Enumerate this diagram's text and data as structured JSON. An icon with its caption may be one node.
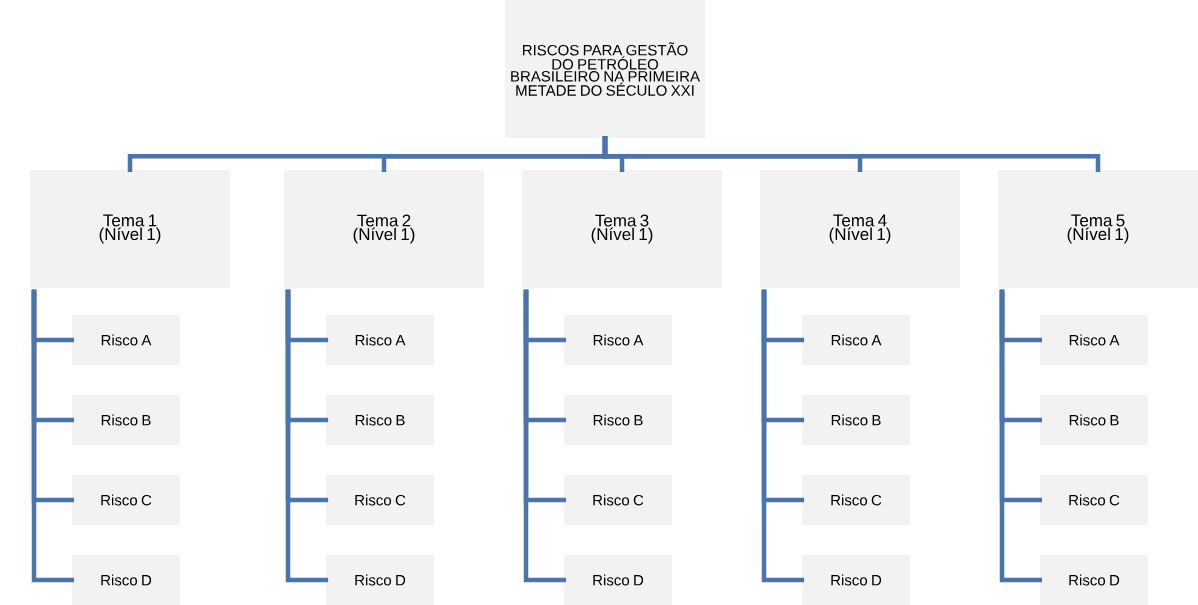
{
  "diagram": {
    "nodes": [
      {
        "text": [
          "RISCOS PARA GESTÃO DO PETRÓLEO BRASILEIRO NA PRIMEIRA METADE DO SÉCULO XXI"
        ]
      },
      {
        "text": [
          "Tema 1",
          "(Nível 1)"
        ]
      },
      {
        "text": [
          "Tema 2",
          "(Nível 1)"
        ]
      },
      {
        "text": [
          "Tema 3",
          "(Nível 1)"
        ]
      },
      {
        "text": [
          "Tema 4",
          "(Nível 1)"
        ]
      },
      {
        "text": [
          "Tema 5",
          "(Nível 1)"
        ]
      },
      {
        "text": [
          "Risco A"
        ]
      },
      {
        "text": [
          "Risco B"
        ]
      },
      {
        "text": [
          "Risco C"
        ]
      },
      {
        "text": [
          "Risco D"
        ]
      },
      {
        "text": [
          "Risco A"
        ]
      },
      {
        "text": [
          "Risco B"
        ]
      },
      {
        "text": [
          "Risco C"
        ]
      },
      {
        "text": [
          "Risco D"
        ]
      },
      {
        "text": [
          "Risco A"
        ]
      },
      {
        "text": [
          "Risco B"
        ]
      },
      {
        "text": [
          "Risco C"
        ]
      },
      {
        "text": [
          "Risco D"
        ]
      },
      {
        "text": [
          "Risco A"
        ]
      },
      {
        "text": [
          "Risco B"
        ]
      },
      {
        "text": [
          "Risco C"
        ]
      },
      {
        "text": [
          "Risco D"
        ]
      },
      {
        "text": [
          "Risco A"
        ]
      },
      {
        "text": [
          "Risco B"
        ]
      },
      {
        "text": [
          "Risco C"
        ]
      },
      {
        "text": [
          "Risco D"
        ]
      }
    ],
    "edges": [
      {
        "from": 0,
        "to": 1,
        "arrow": "none"
      },
      {
        "from": 0,
        "to": 2,
        "arrow": "none"
      },
      {
        "from": 0,
        "to": 3,
        "arrow": "none"
      },
      {
        "from": 0,
        "to": 4,
        "arrow": "none"
      },
      {
        "from": 0,
        "to": 5,
        "arrow": "none"
      },
      {
        "from": 1,
        "to": 6,
        "arrow": "none"
      },
      {
        "from": 1,
        "to": 7,
        "arrow": "none"
      },
      {
        "from": 1,
        "to": 8,
        "arrow": "none"
      },
      {
        "from": 1,
        "to": 9,
        "arrow": "none"
      },
      {
        "from": 2,
        "to": 10,
        "arrow": "none"
      },
      {
        "from": 2,
        "to": 11,
        "arrow": "none"
      },
      {
        "from": 2,
        "to": 12,
        "arrow": "none"
      },
      {
        "from": 2,
        "to": 13,
        "arrow": "none"
      },
      {
        "from": 3,
        "to": 14,
        "arrow": "none"
      },
      {
        "from": 3,
        "to": 15,
        "arrow": "none"
      },
      {
        "from": 3,
        "to": 16,
        "arrow": "none"
      },
      {
        "from": 3,
        "to": 17,
        "arrow": "none"
      },
      {
        "from": 4,
        "to": 18,
        "arrow": "none"
      },
      {
        "from": 4,
        "to": 19,
        "arrow": "none"
      },
      {
        "from": 4,
        "to": 20,
        "arrow": "none"
      },
      {
        "from": 4,
        "to": 21,
        "arrow": "none"
      },
      {
        "from": 5,
        "to": 22,
        "arrow": "none"
      },
      {
        "from": 5,
        "to": 23,
        "arrow": "none"
      },
      {
        "from": 5,
        "to": 24,
        "arrow": "none"
      },
      {
        "from": 5,
        "to": 25,
        "arrow": "none"
      }
    ]
  }
}
